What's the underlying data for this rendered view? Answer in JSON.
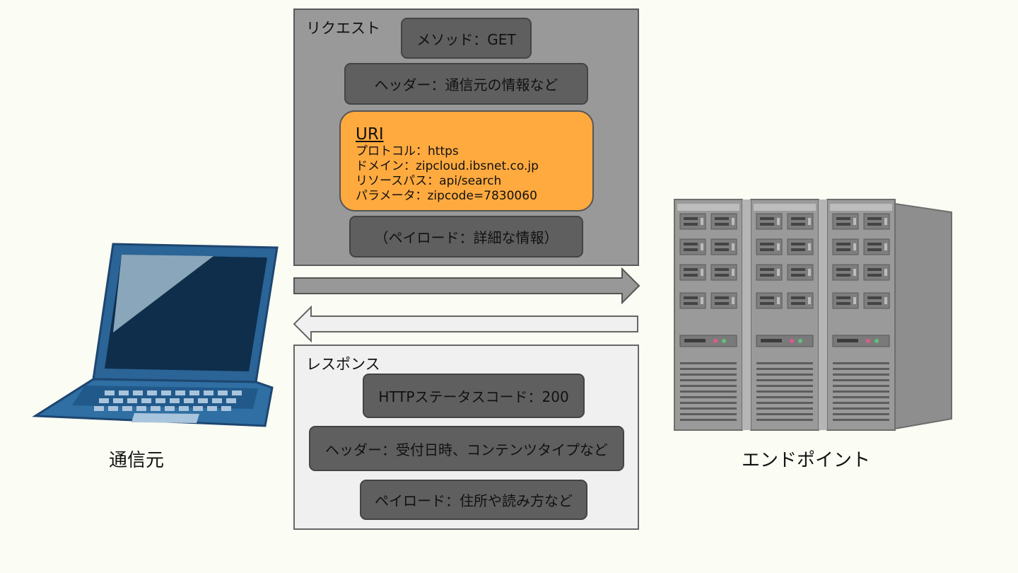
{
  "request": {
    "title": "リクエスト",
    "method": "メソッド：GET",
    "header": "ヘッダー：通信元の情報など",
    "uri": {
      "title": "URI",
      "lines": [
        "プロトコル：https",
        "ドメイン：zipcloud.ibsnet.co.jp",
        "リソースパス：api/search",
        "パラメータ：zipcode=7830060"
      ]
    },
    "payload": "（ペイロード：詳細な情報）"
  },
  "response": {
    "title": "レスポンス",
    "status": "HTTPステータスコード：200",
    "header": "ヘッダー：受付日時、コンテンツタイプなど",
    "payload": "ペイロード：住所や読み方など"
  },
  "client_label": "通信元",
  "server_label": "エンドポイント",
  "colors": {
    "background": "#fbfcf3",
    "request_panel": "#999999",
    "response_panel": "#f0f0f0",
    "field_box": "#5f5f5f",
    "uri_box": "#ffaa3f",
    "laptop": "#2f6fa3"
  },
  "icons": [
    "laptop-icon",
    "server-rack-icon",
    "arrow-right-icon",
    "arrow-left-icon"
  ]
}
